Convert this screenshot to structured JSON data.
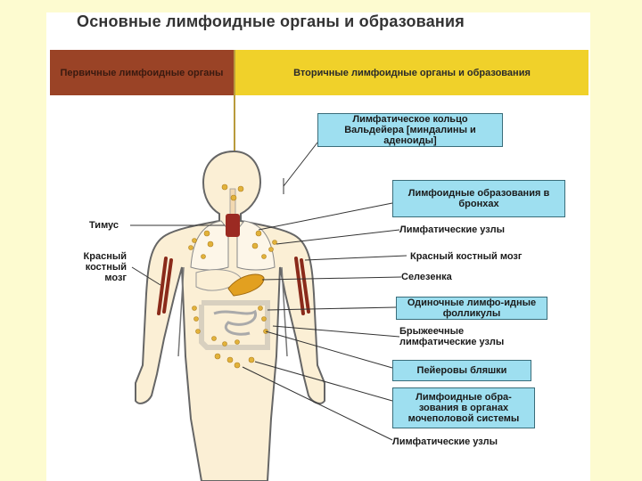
{
  "title": "Основные лимфоидные органы и образования",
  "headers": {
    "primary": "Первичные лимфоидные органы",
    "secondary": "Вторичные лимфоидные органы и образования"
  },
  "left_labels": {
    "thymus": "Тимус",
    "red_marrow": "Красный костный мозг"
  },
  "boxes": {
    "waldeyer": "Лимфатическое кольцо Вальдейера [миндалины и аденоиды]",
    "bronchial": "Лимфоидные образования в бронхах",
    "solitary": "Одиночные лимфо-идные фолликулы",
    "peyer": "Пейеровы бляшки",
    "urogenital": "Лимфоидные обра-зования в органах мочеполовой системы"
  },
  "right_labels": {
    "lymph_nodes": "Лимфатические узлы",
    "red_marrow_right": "Красный костный мозг",
    "spleen": "Селезенка",
    "mesenteric": "Брыжеечные лимфатические узлы",
    "lymph_nodes_bottom": "Лимфатические узлы"
  },
  "colors": {
    "body": "#fbefd5",
    "outline": "#666666",
    "box_fill": "#9edff0",
    "primary_header": "#9a4326",
    "secondary_header": "#f0d12a",
    "node": "#e2b23a",
    "spleen": "#e2a020",
    "thymus": "#9b2a22",
    "bone": "#8a2a1a"
  }
}
